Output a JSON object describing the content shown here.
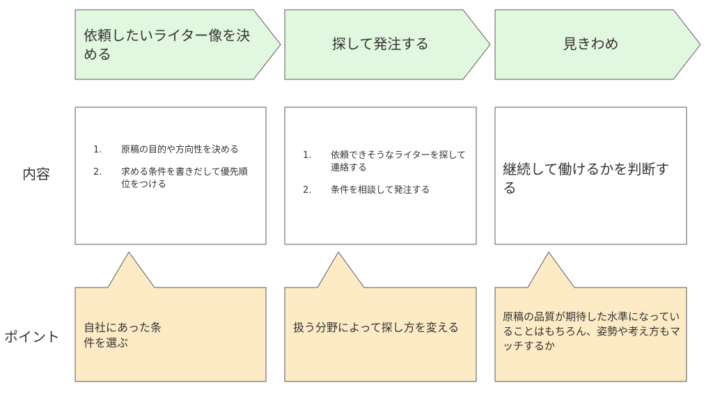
{
  "steps": [
    {
      "title": "依頼したいライター像を決める"
    },
    {
      "title": "探して発注する"
    },
    {
      "title": "見きわめ"
    }
  ],
  "row_labels": {
    "content": "内容",
    "point": "ポイント"
  },
  "content": {
    "col1": [
      {
        "num": "1.",
        "text": "原稿の目的や方向性を決める"
      },
      {
        "num": "2.",
        "text": "求める条件を書きだして優先順位をつける"
      }
    ],
    "col2": [
      {
        "num": "1.",
        "text": "依頼できそうなライターを探して連絡する"
      },
      {
        "num": "2.",
        "text": "条件を相談して発注する"
      }
    ],
    "col3": "継続して働けるかを判断する"
  },
  "points": [
    "自社にあった条件を選ぶ",
    "扱う分野によって探し方を変える",
    "原稿の品質が期待した水準になっていることはもちろん、姿勢や考え方もマッチするか"
  ],
  "colors": {
    "arrow_fill": "#E2F7DF",
    "callout_fill": "#FCEBC4",
    "border": "#595959"
  }
}
